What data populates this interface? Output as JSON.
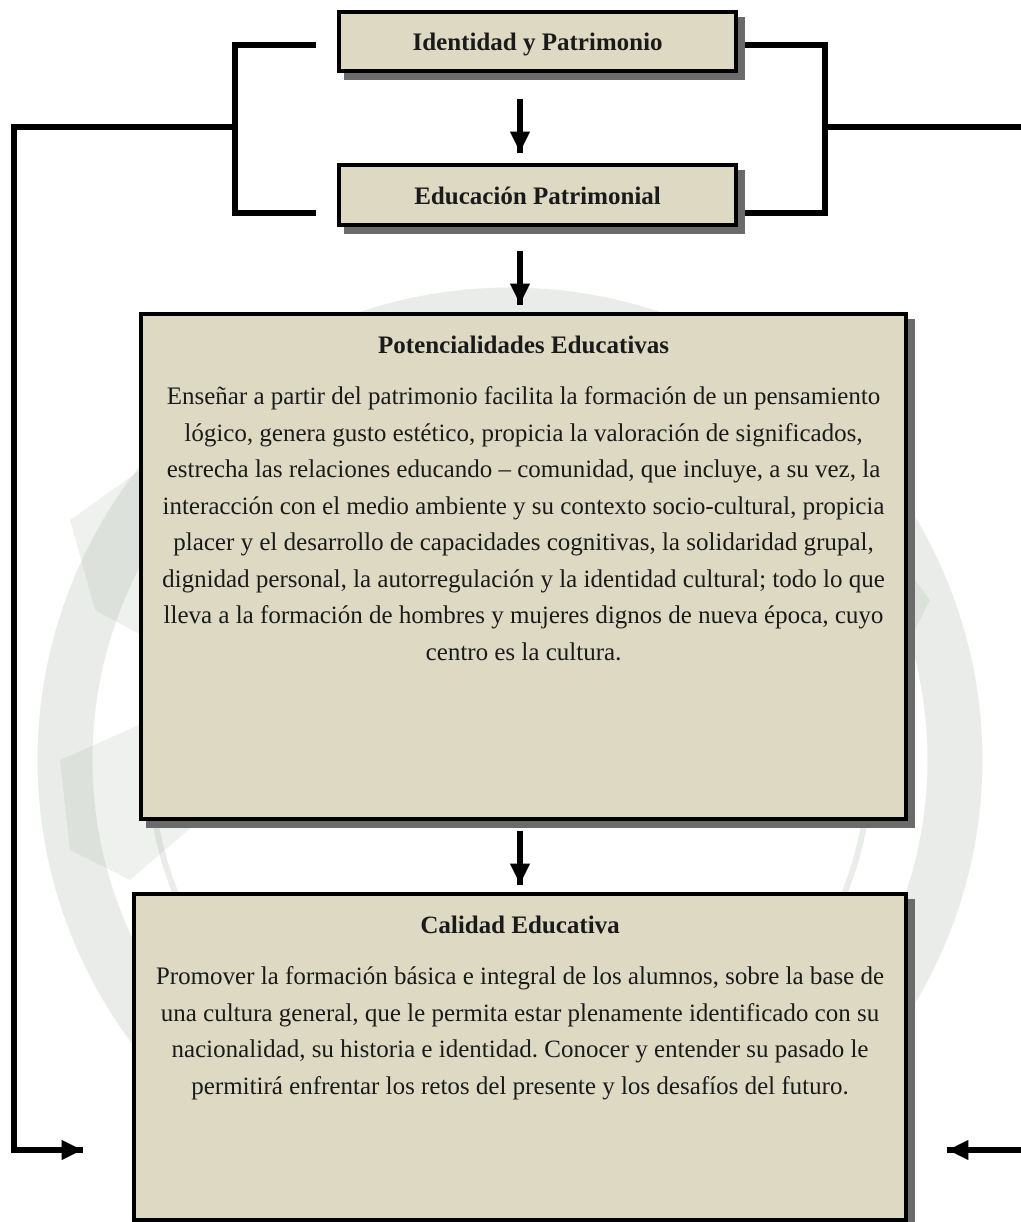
{
  "diagram": {
    "nodes": {
      "identidad": {
        "title": "Identidad y Patrimonio"
      },
      "educacion": {
        "title": "Educación Patrimonial"
      },
      "potencialidades": {
        "title": "Potencialidades Educativas",
        "body": "Enseñar a partir del patrimonio facilita la formación de un pensamiento lógico, genera gusto estético, propicia la valoración de significados, estrecha las relaciones educando – comunidad, que incluye, a su vez, la interacción con el medio ambiente y su contexto socio-cultural, propicia placer y el desarrollo de capacidades cognitivas, la solidaridad grupal, dignidad personal, la autorregulación y la identidad cultural; todo lo que lleva a la formación de hombres y mujeres dignos de nueva época, cuyo centro es la cultura."
      },
      "calidad": {
        "title": "Calidad Educativa",
        "body": "Promover la formación básica e integral de los alumnos, sobre la base de una cultura general, que le permita estar plenamente identificado con su nacionalidad, su historia e identidad. Conocer y entender su pasado le permitirá enfrentar los retos del presente y los desafíos del futuro."
      }
    },
    "edges": [
      {
        "from": "identidad",
        "to": "educacion"
      },
      {
        "from": "educacion",
        "to": "potencialidades"
      },
      {
        "from": "potencialidades",
        "to": "calidad"
      },
      {
        "from": "identidad-educacion-left-bracket",
        "to": "calidad"
      },
      {
        "from": "identidad-educacion-right-bracket",
        "to": "calidad"
      }
    ],
    "colors": {
      "box_fill": "#ddd9c3",
      "border": "#000000",
      "shadow": "#6b6b6b",
      "watermark": "#9aa79a"
    }
  }
}
